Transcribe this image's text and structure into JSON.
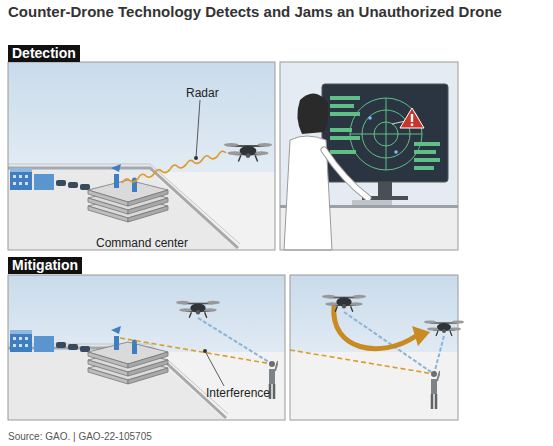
{
  "diagram": {
    "title": "Counter-Drone Technology Detects and Jams an Unauthorized Drone",
    "caption": "Source: GAO. | GAO-22-105705",
    "nodes": [
      {
        "text": [
          "Detection"
        ]
      },
      {
        "text": [
          "Mitigation"
        ]
      }
    ],
    "labels": [
      "Radar",
      "Command center",
      "Interference"
    ]
  }
}
